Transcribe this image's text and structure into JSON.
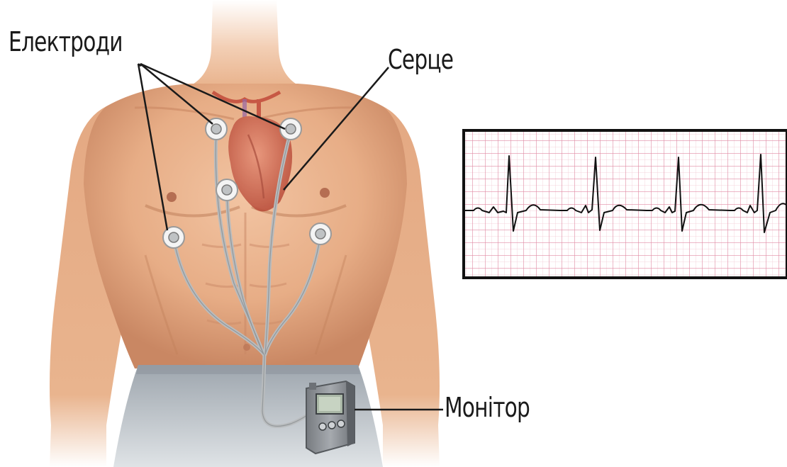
{
  "labels": {
    "electrodes": "Електроди",
    "heart": "Серце",
    "monitor": "Монітор"
  },
  "colors": {
    "skin": "#e9b48e",
    "skin_shadow": "#c98a65",
    "heart": "#c9573f",
    "pants": "#aab1b8",
    "wire": "#b7b7b7",
    "ecg_grid": "#e9a3b5",
    "ecg_trace": "#111111",
    "device": "#8e9297",
    "label_line": "#1a1a1a"
  }
}
